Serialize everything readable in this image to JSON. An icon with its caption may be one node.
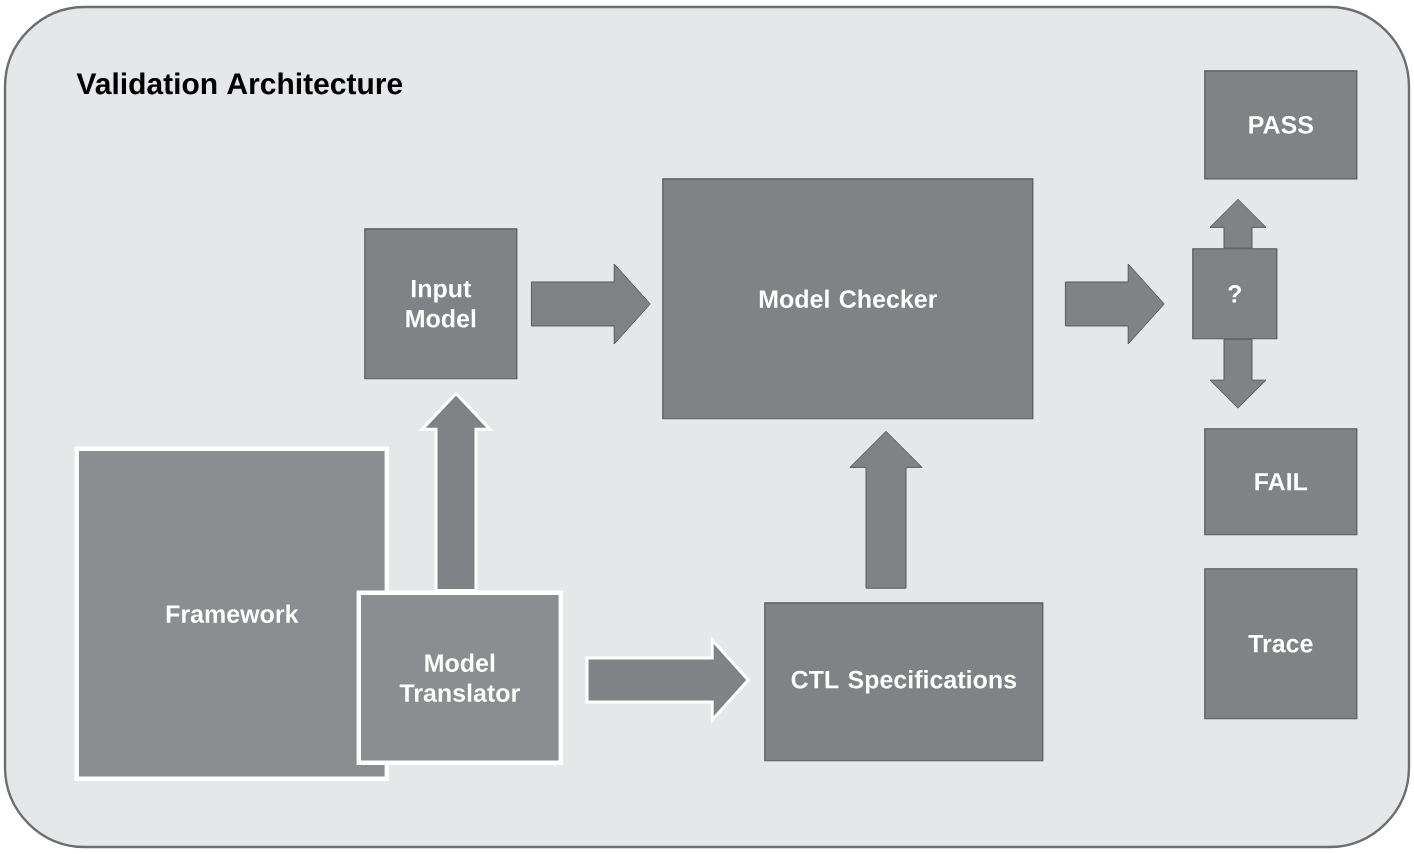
{
  "diagram": {
    "nodes": [
      {
        "text": [
          "Validation Architecture"
        ]
      },
      {
        "text": [
          "Input Model"
        ],
        "in": 0
      },
      {
        "text": [
          "Model Checker"
        ],
        "in": 0
      },
      {
        "text": [
          "?"
        ],
        "in": 0
      },
      {
        "text": [
          "PASS"
        ],
        "in": 0
      },
      {
        "text": [
          "FAIL"
        ],
        "in": 0
      },
      {
        "text": [
          "Trace"
        ],
        "in": 0
      },
      {
        "text": [
          "Framework"
        ],
        "in": 0
      },
      {
        "text": [
          "Model Translator"
        ],
        "in": 0
      },
      {
        "text": [
          "CTL Specifications"
        ],
        "in": 0
      }
    ],
    "edges": [
      {
        "from": 8,
        "to": 1,
        "arrow": "to",
        "color": "#ffffff"
      },
      {
        "from": 1,
        "to": 2,
        "arrow": "to"
      },
      {
        "from": 8,
        "to": 9,
        "arrow": "to",
        "color": "#ffffff"
      },
      {
        "from": 9,
        "to": 2,
        "arrow": "to"
      },
      {
        "from": 2,
        "to": 3,
        "arrow": "to"
      },
      {
        "from": 3,
        "to": 4,
        "arrow": "to"
      },
      {
        "from": 3,
        "to": 5,
        "arrow": "to"
      }
    ]
  }
}
